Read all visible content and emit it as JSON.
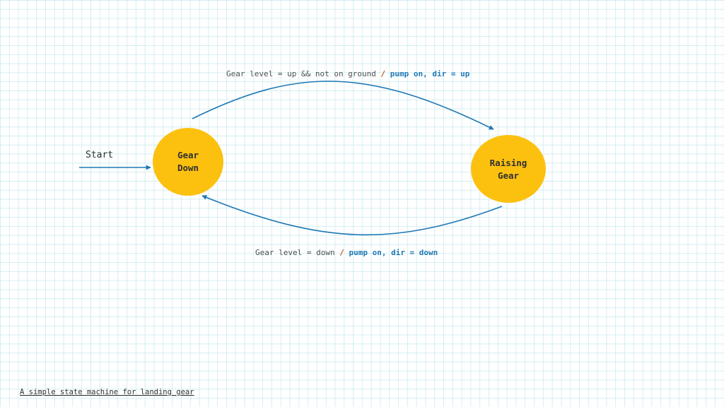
{
  "colors": {
    "state_fill": "#fcc10f",
    "state_text": "#303030",
    "arrow": "#1f78b4",
    "condition_text": "#505050",
    "slash": "#c0531c",
    "action_text": "#1f78b4",
    "caption_text": "#303030"
  },
  "start_label": "Start",
  "states": {
    "gear_down": {
      "line1": "Gear",
      "line2": "Down"
    },
    "raising_gear": {
      "line1": "Raising",
      "line2": "Gear"
    }
  },
  "transitions": {
    "to_raising": {
      "condition": "Gear level = up && not on ground",
      "separator": "/",
      "action": "pump on, dir = up"
    },
    "to_down": {
      "condition": "Gear level = down",
      "separator": "/",
      "action": "pump on, dir = down"
    }
  },
  "caption": "A simple state machine for landing gear"
}
